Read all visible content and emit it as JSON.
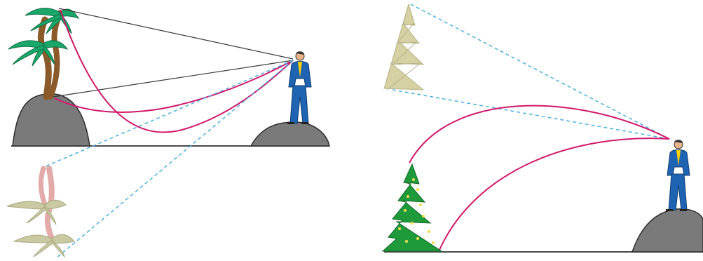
{
  "scene": {
    "background": "#ffffff",
    "colors": {
      "ray": "#d0186b",
      "sightline": "#4db0e0",
      "geometry_line": "#3a3a3a",
      "ground": "#4a4a4a",
      "hill": "#7a7a7a",
      "hill_edge": "#2e2e2e",
      "palm_leaf": "#19a86a",
      "palm_trunk": "#8b5a2b",
      "mirage_leaf": "#c9c9a2",
      "mirage_trunk": "#e2aaa8",
      "pine": "#1f9a3a",
      "pine_light": "#f0dd54",
      "mirage_pine": "#d6d1a2",
      "person_suit": "#1f63b3",
      "person_shirt": "#ffd400"
    }
  },
  "panels": [
    {
      "name": "inferior-mirage",
      "objects": [
        "palm-tree",
        "observer",
        "inverted-palm-image"
      ],
      "icons": [
        "palm-tree-icon",
        "person-icon",
        "mirage-palm-icon"
      ]
    },
    {
      "name": "superior-mirage",
      "objects": [
        "pine-tree",
        "observer",
        "elevated-pine-image"
      ],
      "icons": [
        "pine-tree-icon",
        "person-icon",
        "mirage-pine-icon"
      ]
    }
  ]
}
